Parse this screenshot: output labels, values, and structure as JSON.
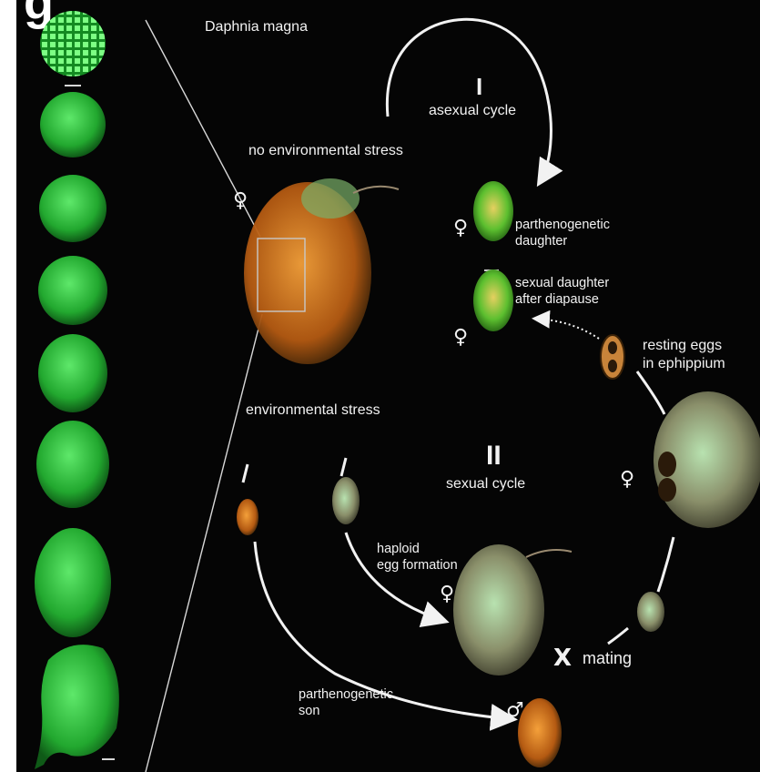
{
  "figure": {
    "panel_letter": "g",
    "species": "Daphnia magna",
    "cycle_one": {
      "numeral": "I",
      "label": "asexual cycle"
    },
    "cycle_two": {
      "numeral": "II",
      "label": "sexual cycle"
    },
    "no_stress": "no environmental stress",
    "stress": "environmental stress",
    "parthenogenetic_daughter": [
      "parthenogenetic",
      "daughter"
    ],
    "sexual_daughter": [
      "sexual daughter",
      "after diapause"
    ],
    "resting_eggs": [
      "resting eggs",
      "in ephippium"
    ],
    "haploid_egg": [
      "haploid",
      "egg formation"
    ],
    "parthenogenetic_son": [
      "parthenogenetic",
      "son"
    ],
    "mating": "mating",
    "cross_symbol": "X",
    "female_symbol": "♀",
    "male_symbol": "♂"
  },
  "colors": {
    "background": "#050505",
    "embryo_green": "#2fbf3a",
    "text": "#f2f2f2"
  },
  "icons": [
    "female-symbol-icon",
    "male-symbol-icon",
    "cross-icon",
    "arrow-icon"
  ]
}
